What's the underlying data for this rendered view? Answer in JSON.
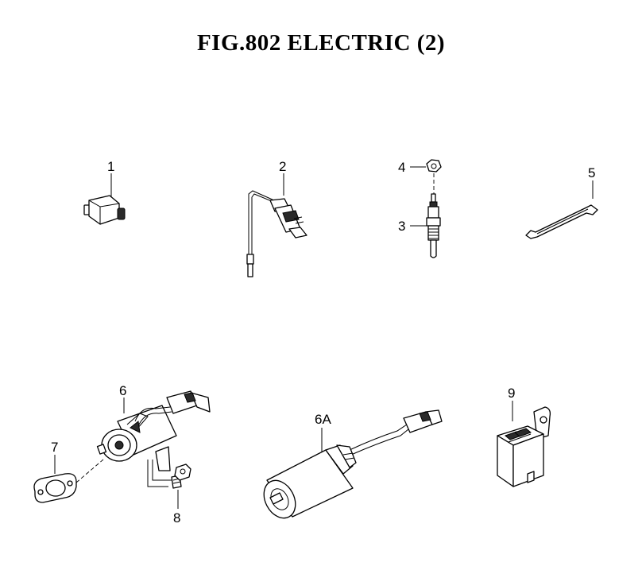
{
  "title": "FIG.802  ELECTRIC (2)",
  "callouts": [
    "1",
    "2",
    "3",
    "4",
    "5",
    "6",
    "6A",
    "7",
    "8",
    "9"
  ]
}
